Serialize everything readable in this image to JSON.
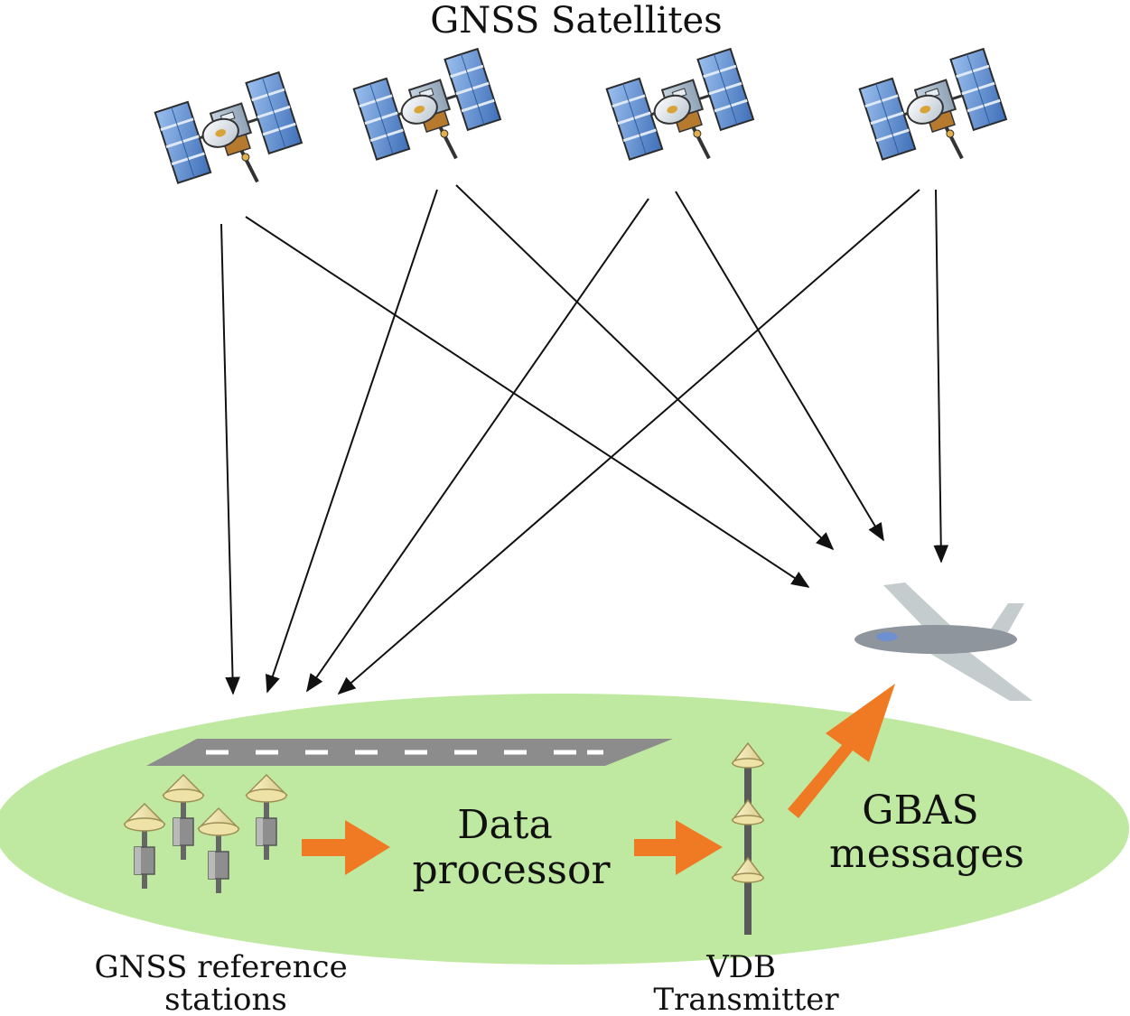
{
  "title": "GNSS Satellites",
  "labels": {
    "data_processor": [
      "Data",
      "processor"
    ],
    "gbas_messages": [
      "GBAS",
      "messages"
    ],
    "reference_stations": [
      "GNSS reference",
      "stations"
    ],
    "vdb_transmitter": [
      "VDB",
      "Transmitter"
    ]
  },
  "satellites": [
    {
      "icon": "satellite-icon"
    },
    {
      "icon": "satellite-icon"
    },
    {
      "icon": "satellite-icon"
    },
    {
      "icon": "satellite-icon"
    }
  ],
  "colors": {
    "ground": "#bfe9a0",
    "runway": "#8c8c8c",
    "flow_arrow": "#f07a24",
    "solar_panel": "#5b87c9",
    "aircraft": "#8f959c"
  }
}
